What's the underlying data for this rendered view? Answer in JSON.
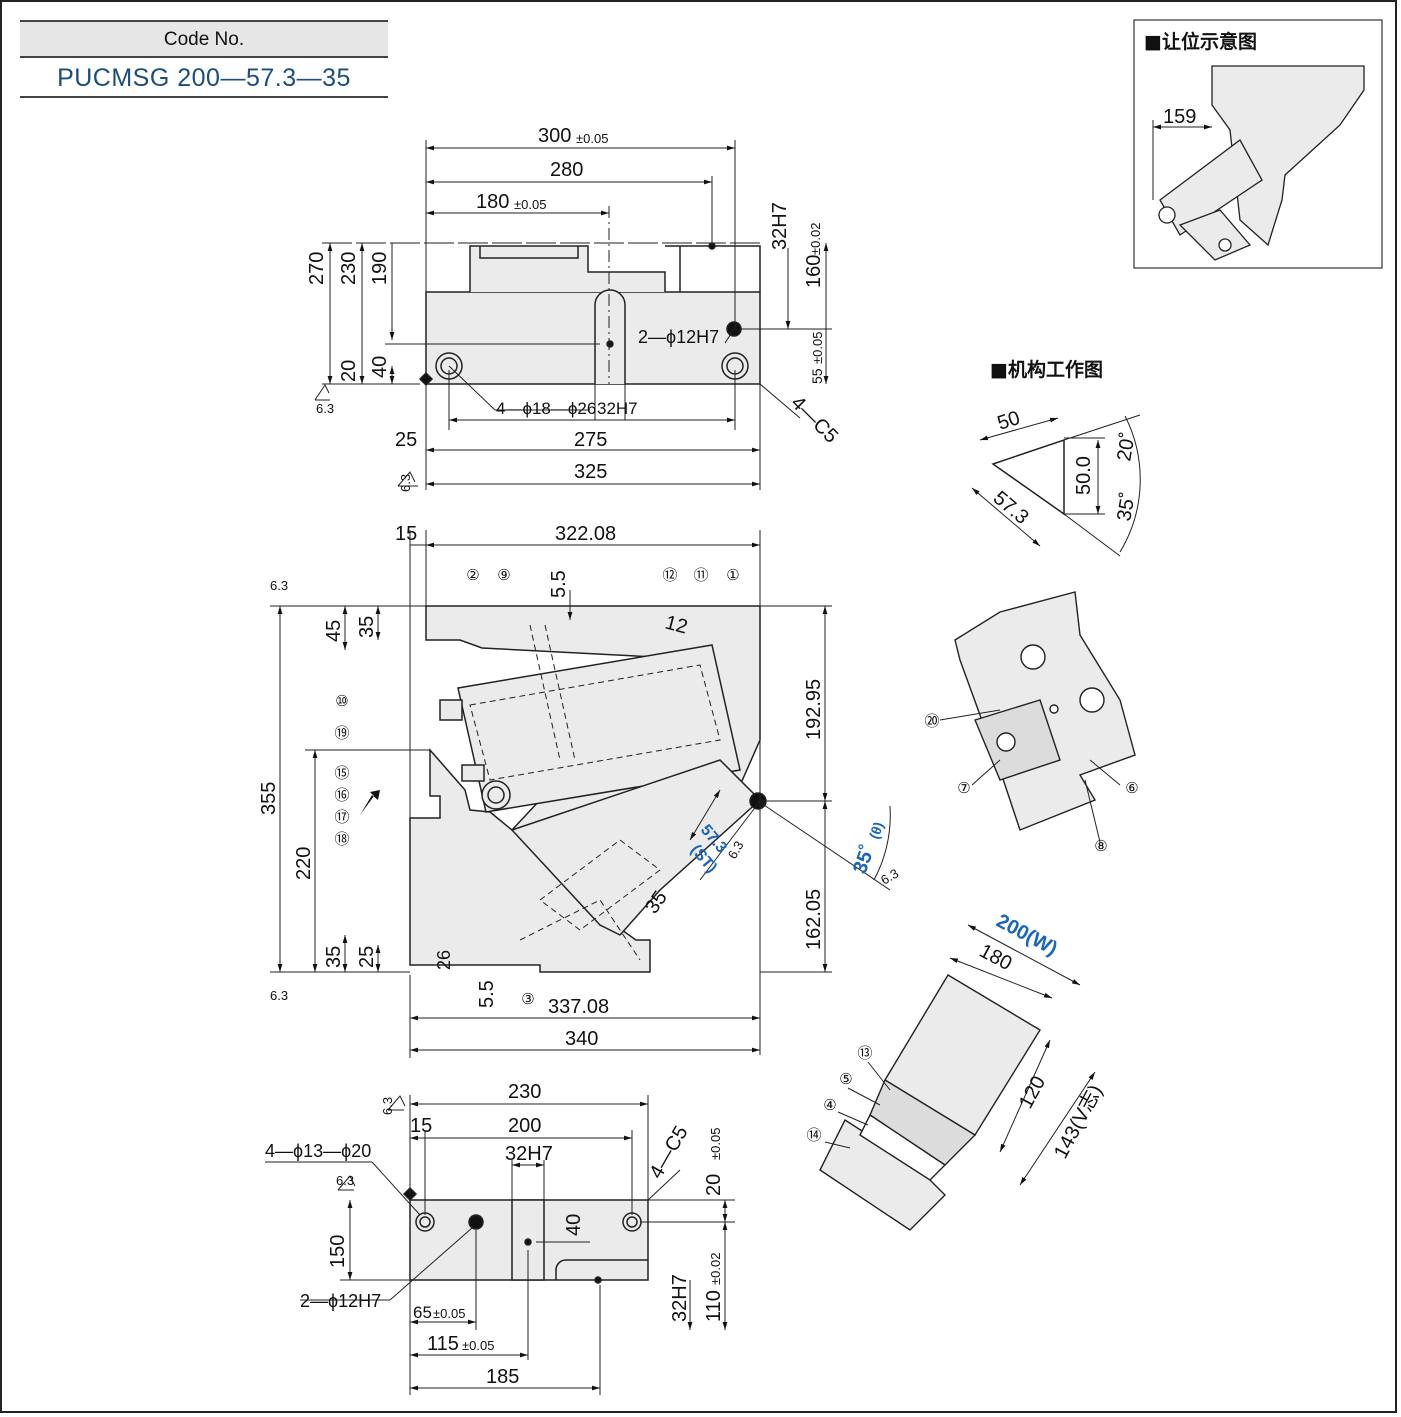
{
  "code_box": {
    "label": "Code No.",
    "value": "PUCMSG 200—57.3—35"
  },
  "inset_titles": {
    "clearance": "■让位示意图",
    "mechanism": "■机构工作图"
  },
  "top_view": {
    "d300": "300",
    "d300_tol": "±0.05",
    "d280": "280",
    "d180": "180",
    "d180_tol": "±0.05",
    "d270": "270",
    "d230": "230",
    "d190": "190",
    "d40": "40",
    "d20": "20",
    "d32H7_v": "32H7",
    "d160": "160",
    "d160_tol": "±0.02",
    "d55": "55",
    "d55_tol": "±0.05",
    "pin": "2—ϕ12H7",
    "holes": "4—ϕ18—ϕ26",
    "d32H7": "32H7",
    "chamfer": "4—C5",
    "d25": "25",
    "d275": "275",
    "d325": "325",
    "rough": "6.3"
  },
  "front_view": {
    "d15": "15",
    "d322": "322.08",
    "d5_5": "5.5",
    "d12": "12",
    "d45": "45",
    "d35": "35",
    "d355": "355",
    "d220": "220",
    "d192": "192.95",
    "d162": "162.05",
    "d35b": "35",
    "d25": "25",
    "d26": "26",
    "d5_5b": "5.5",
    "d337": "337.08",
    "d340": "340",
    "d35c": "35",
    "stroke": "57.3",
    "stroke_lbl": "(ST)",
    "angle": "35˚",
    "angle_lbl": "(θ)",
    "rough": "6.3",
    "callouts": [
      "②",
      "⑨",
      "⑫",
      "⑪",
      "①",
      "⑩",
      "⑲",
      "⑮",
      "⑯",
      "⑰",
      "⑱",
      "③"
    ]
  },
  "bottom_view": {
    "d230": "230",
    "d15": "15",
    "d200": "200",
    "d32H7": "32H7",
    "holes": "4—ϕ13—ϕ20",
    "chamfer": "4—C5",
    "d20": "20",
    "d20_tol": "±0.05",
    "d40": "40",
    "d150": "150",
    "pin": "2—ϕ12H7",
    "d65": "65",
    "d65_tol": "±0.05",
    "d115": "115",
    "d115_tol": "±0.05",
    "d185": "185",
    "d32H7_v": "32H7",
    "d110": "110",
    "d110_tol": "±0.02",
    "rough": "6.3"
  },
  "clearance": {
    "d159": "159"
  },
  "mechanism": {
    "d50": "50",
    "d50_0": "50.0",
    "d57_3": "57.3",
    "a20": "20˚",
    "a35": "35˚"
  },
  "detail": {
    "callouts": [
      "⑳",
      "⑦",
      "⑥",
      "⑧"
    ]
  },
  "iso": {
    "w": "200(W)",
    "d180": "180",
    "d120": "120",
    "d143": "143(V志)",
    "callouts": [
      "⑬",
      "⑤",
      "④",
      "⑭"
    ]
  },
  "colors": {
    "body": "#ebebeb",
    "line": "#222222",
    "accent": "#1a66b8",
    "code": "#1d4e7a"
  }
}
